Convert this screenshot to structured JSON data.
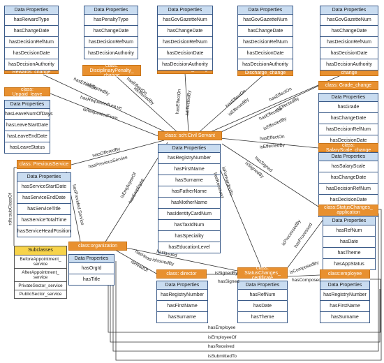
{
  "diagram": {
    "classes": {
      "rewards": "class: Rewards_change",
      "disciplinary": "class: DisciplinaryPenalty_ change",
      "pension": "class: Pension_change",
      "discharge": "class: Discharge_change",
      "appointment": "class: Appointment_ change",
      "unpaid": "class: Unpaid_leave",
      "civil": "class: sch:Civil Servant",
      "grade": "class: Grade_change",
      "salary": "class: SalaryScale_change",
      "previous": "class: PreviousService",
      "statusApp": "class:StatusChanges_ application",
      "organization": "class:organization",
      "director": "class: director",
      "statusCert": "class: StatusChanges_ certificate",
      "employee": "class:employee"
    },
    "properties": {
      "rewards": [
        "hasRewardType",
        "hasChangeDate",
        "hasDecisionRefNum",
        "hasDecisionDate",
        "hasDecisionAuthority"
      ],
      "disciplinary": [
        "hasPenaltyType",
        "hasChangeDate",
        "hasDecisionRefNum",
        "hasDecisionAuthority"
      ],
      "pension": [
        "hasGovGazetteNum",
        "hasChangeDate",
        "hasDecisionRefNum",
        "hasDecisionDate",
        "hasDecisionAuthority"
      ],
      "discharge": [
        "hasGovGazetteNum",
        "hasChangeDate",
        "hasDecisionRefNum",
        "hasDecisionDate",
        "hasDecisionAuthority"
      ],
      "appointment": [
        "hasGovGazetteNum",
        "hasChangeDate",
        "hasDecisionRefNum",
        "hasDecisionDate",
        "hasDecisionAuthority"
      ],
      "unpaid": [
        "hasLeaveNumOfDays",
        "hasLeaveStartDate",
        "hasLeaveEndDate",
        "hasLeaveStatus"
      ],
      "civil": [
        "hasRegistryNumber",
        "hasFirstName",
        "hasSurname",
        "hasFatherName",
        "hasMotherName",
        "hasIdentityCardNum",
        "hasTaxIdNum",
        "hasSpeciality",
        "hasEducationLevel"
      ],
      "grade": [
        "hasGrade",
        "hasChangeDate",
        "hasDecisionRefNum",
        "hasDecisionDate",
        "hasDecisionAuthority"
      ],
      "salary": [
        "hasSalaryScale",
        "hasChangeDate",
        "hasDecisionRefNum",
        "hasDecisionDate",
        "hasDecisionAuthority"
      ],
      "previous": [
        "hasServiceStartDate",
        "hasServiceEndDate",
        "hasServiceTitle",
        "hasServiceTotalTime",
        "hasServiceHeadPosition"
      ],
      "statusApp": [
        "hasRefNum",
        "hasDate",
        "hasTheme",
        "hasAppStatus"
      ],
      "organization": [
        "hasOrgId",
        "hasTitle"
      ],
      "director": [
        "hasRegistryNumber",
        "hasFirstName",
        "hasSurname"
      ],
      "statusCert": [
        "hasRefNum",
        "hasDate",
        "hasTheme"
      ],
      "employee": [
        "hasRegistryNumber",
        "hasFirstName",
        "hasSurname"
      ]
    },
    "dp_header": "Data Properties",
    "subclasses": {
      "header": "Subclasses",
      "items": [
        "BeforeAppointment_ service",
        "AfterAppointment_ service",
        "PrivateSector_service",
        "PublicSector_service"
      ]
    },
    "edge_labels": {
      "hasEffectOn_rewards": "hasEffectOn",
      "isEffectedBy_rewards": "isEffectedBy",
      "hasEffectOn_disc": "hasEffectOn",
      "isEffectedBy_disc": "isEffectedBy",
      "hasEffectOn_pension": "hasEffectOn",
      "isEffectedBy_pension": "isEffectedBy",
      "hasEffectOn_discharge": "hasEffectOn",
      "isEffectedBy_discharge": "isEffectedBy",
      "hasEffectOn_app": "hasEffectOn",
      "isEffectedBy_app": "isEffectedBy",
      "hasRequestedLeave": "hasRequestedLea ve",
      "isRequestedFrom": "isRequestedFrom",
      "hasEffectOn_grade": "hasEffectOn",
      "isEffectedBy_grade": "isEffectedBy",
      "hasEffectOn_salary": "hasEffectOn",
      "isEffectedBy_salary": "isEffectedBy",
      "wasOfferedBy": "wasOfferedBy",
      "hasPreviousService": "hasPreviousService",
      "rdfsSubClassOf": "rdfs:subClassOf",
      "hasProvidedService": "hasProvided Service",
      "isEmployeeOf": "isEmployeeOf",
      "hasEmployee": "hasEmployee",
      "hasReceived": "hasReceived",
      "isForwardedTo": "isForwardedTo",
      "hasSigned": "hasSigned",
      "isSignedBy": "isSignedBy",
      "isProcessedBy": "isProcessedBy",
      "hasProcessed": "hasProcessed",
      "isComposedBy": "isComposedBy",
      "hasComposed": "hasComposed",
      "hasHead": "hasHead",
      "isHeadOf": "isHeadOf",
      "hasIssued": "hasIssued",
      "isIssuedBy": "isIssuedBy",
      "isSignedBy_dir": "isSignedBy",
      "hasSigned_dir": "hasSigned",
      "hasEmployee_bottom": "hasEmployee",
      "isEmployeeOf_bottom": "isEmployeeOf",
      "hasReceived_bottom": "hasReceived",
      "isSubmittedTo": "isSubmittedTo"
    }
  }
}
